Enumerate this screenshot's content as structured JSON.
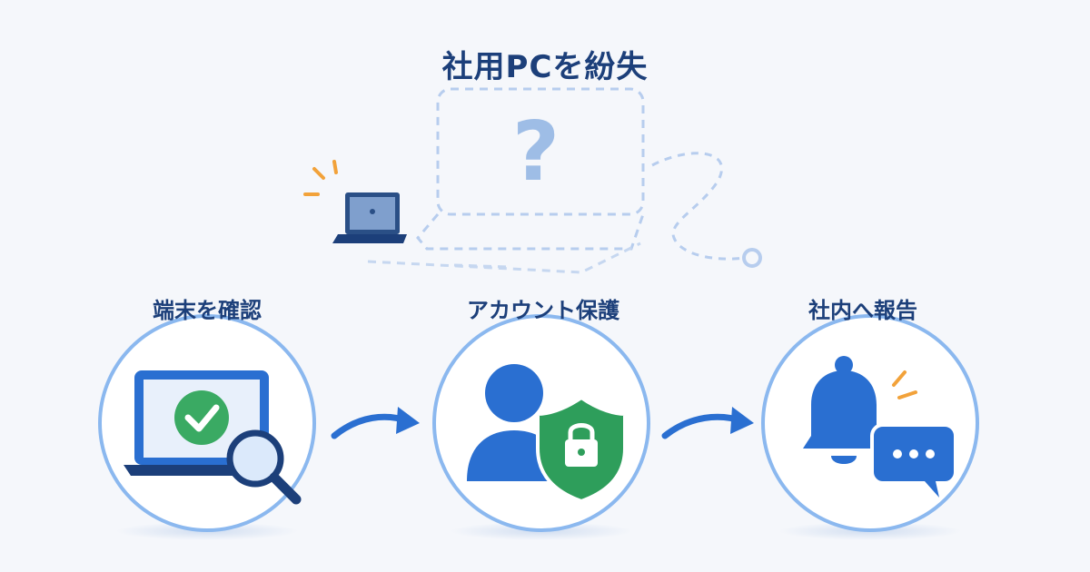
{
  "title": "社用PCを紛失",
  "lost_symbol": "?",
  "steps": [
    {
      "label": "端末を確認",
      "icon": "laptop-search-icon"
    },
    {
      "label": "アカウント保護",
      "icon": "user-shield-icon"
    },
    {
      "label": "社内へ報告",
      "icon": "bell-chat-icon"
    }
  ],
  "colors": {
    "navy": "#1c3f7a",
    "blue": "#2a6fd1",
    "ring": "#8bb8ef",
    "green": "#2e9e5b",
    "orange": "#f2a23a",
    "dashed": "#b7cdee"
  }
}
